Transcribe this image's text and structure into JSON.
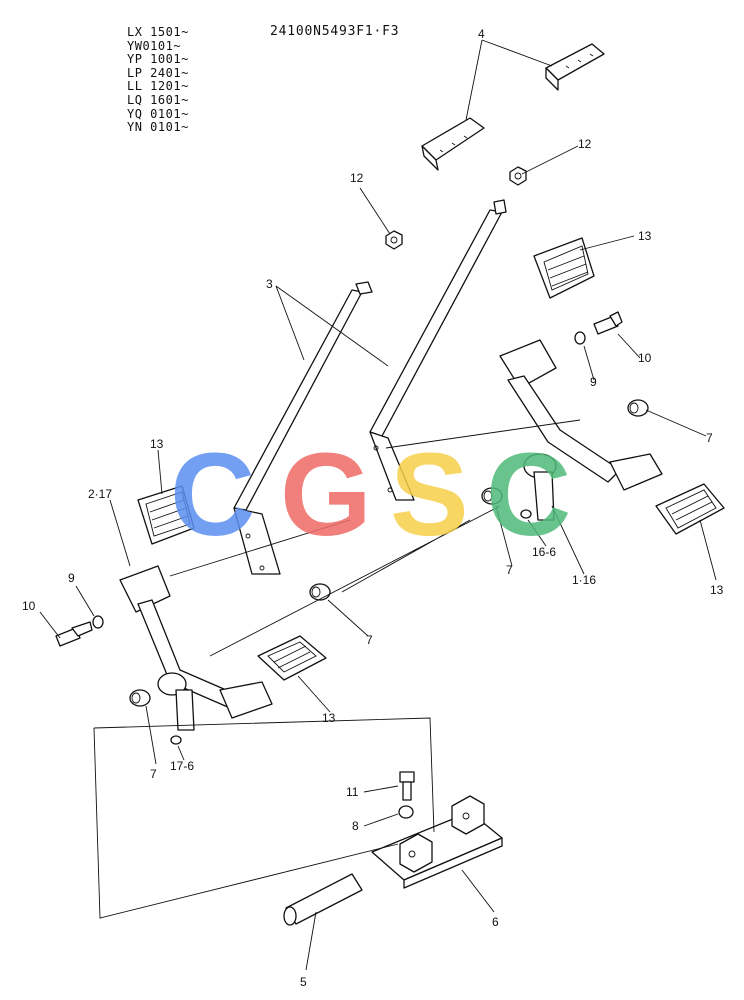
{
  "header": {
    "serials": [
      "LX 1501~",
      "YW0101~",
      "YP 1001~",
      "LP 2401~",
      "LL 1201~",
      "LQ 1601~",
      "YQ 0101~",
      "YN 0101~"
    ],
    "drawing_code": "24100N5493F1·F3"
  },
  "watermark": {
    "letters": [
      "C",
      "G",
      "S",
      "C"
    ],
    "colors": [
      "#5b8ff2",
      "#ef6b66",
      "#f6cf4a",
      "#4fb97a"
    ]
  },
  "callouts": {
    "c4": "4",
    "c12a": "12",
    "c12b": "12",
    "c13a": "13",
    "c3": "3",
    "c10a": "10",
    "c9a": "9",
    "c7a": "7",
    "c13b": "13",
    "c217": "2·17",
    "c7b": "7",
    "c166": "16-6",
    "c116": "1·16",
    "c13c": "13",
    "c9b": "9",
    "c10b": "10",
    "c7c": "7",
    "c13d": "13",
    "c7d": "7",
    "c176": "17-6",
    "c11": "11",
    "c8": "8",
    "c6": "6",
    "c5": "5"
  }
}
